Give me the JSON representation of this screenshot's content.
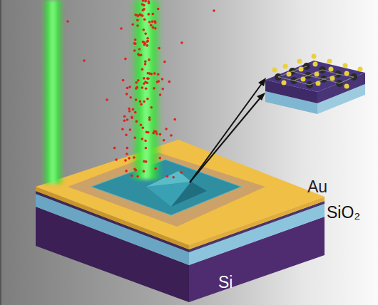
{
  "diagram": {
    "labels": [
      "Au",
      "SiO₂",
      "Si"
    ]
  }
}
